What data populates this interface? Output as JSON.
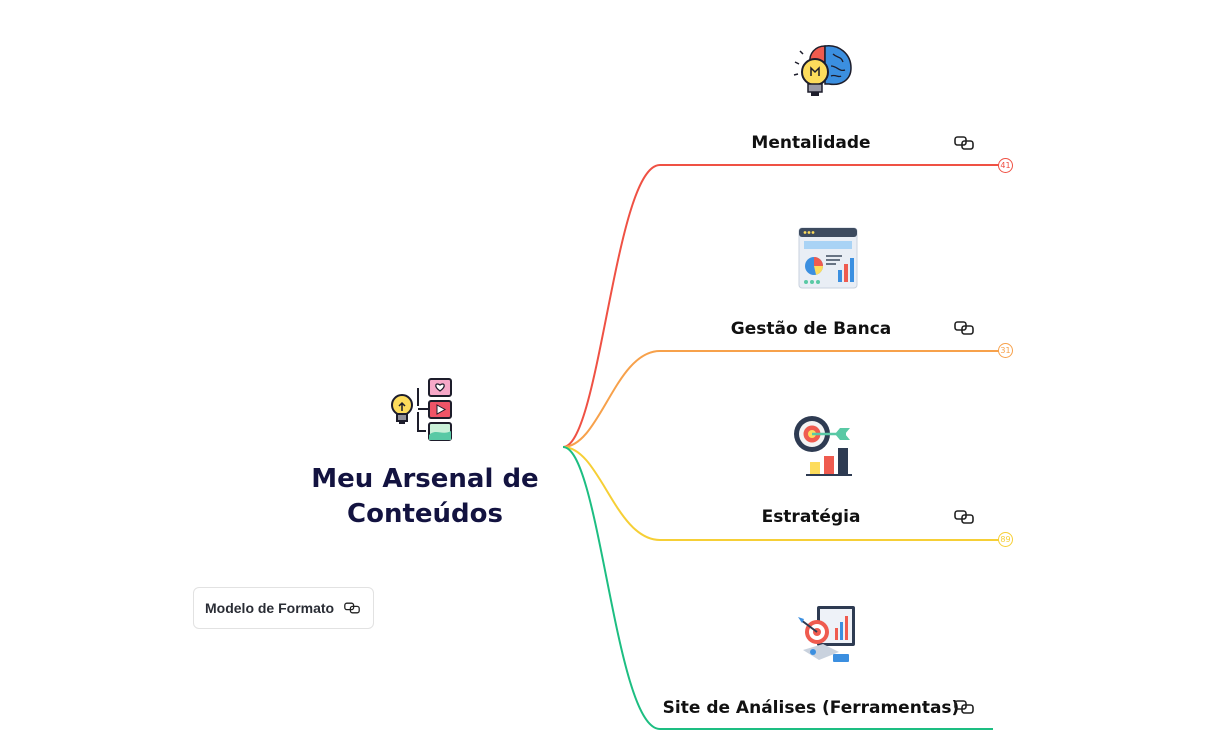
{
  "root": {
    "title_line1": "Meu Arsenal de",
    "title_line2": "Conteúdos",
    "icon": "content-ideas-icon"
  },
  "branches": [
    {
      "label": "Mentalidade",
      "count": "41",
      "color": "#ef5144",
      "icon": "brain-lightbulb-icon"
    },
    {
      "label": "Gestão de Banca",
      "count": "31",
      "color": "#f7a14b",
      "icon": "dashboard-charts-icon"
    },
    {
      "label": "Estratégia",
      "count": "89",
      "color": "#f6cf36",
      "icon": "target-chart-icon"
    },
    {
      "label": "Site de Análises (Ferramentas)",
      "count": "",
      "color": "#1dbe82",
      "icon": "analytics-target-icon"
    }
  ],
  "format_card": {
    "label": "Modelo de Formato",
    "icon": "link-icon"
  }
}
